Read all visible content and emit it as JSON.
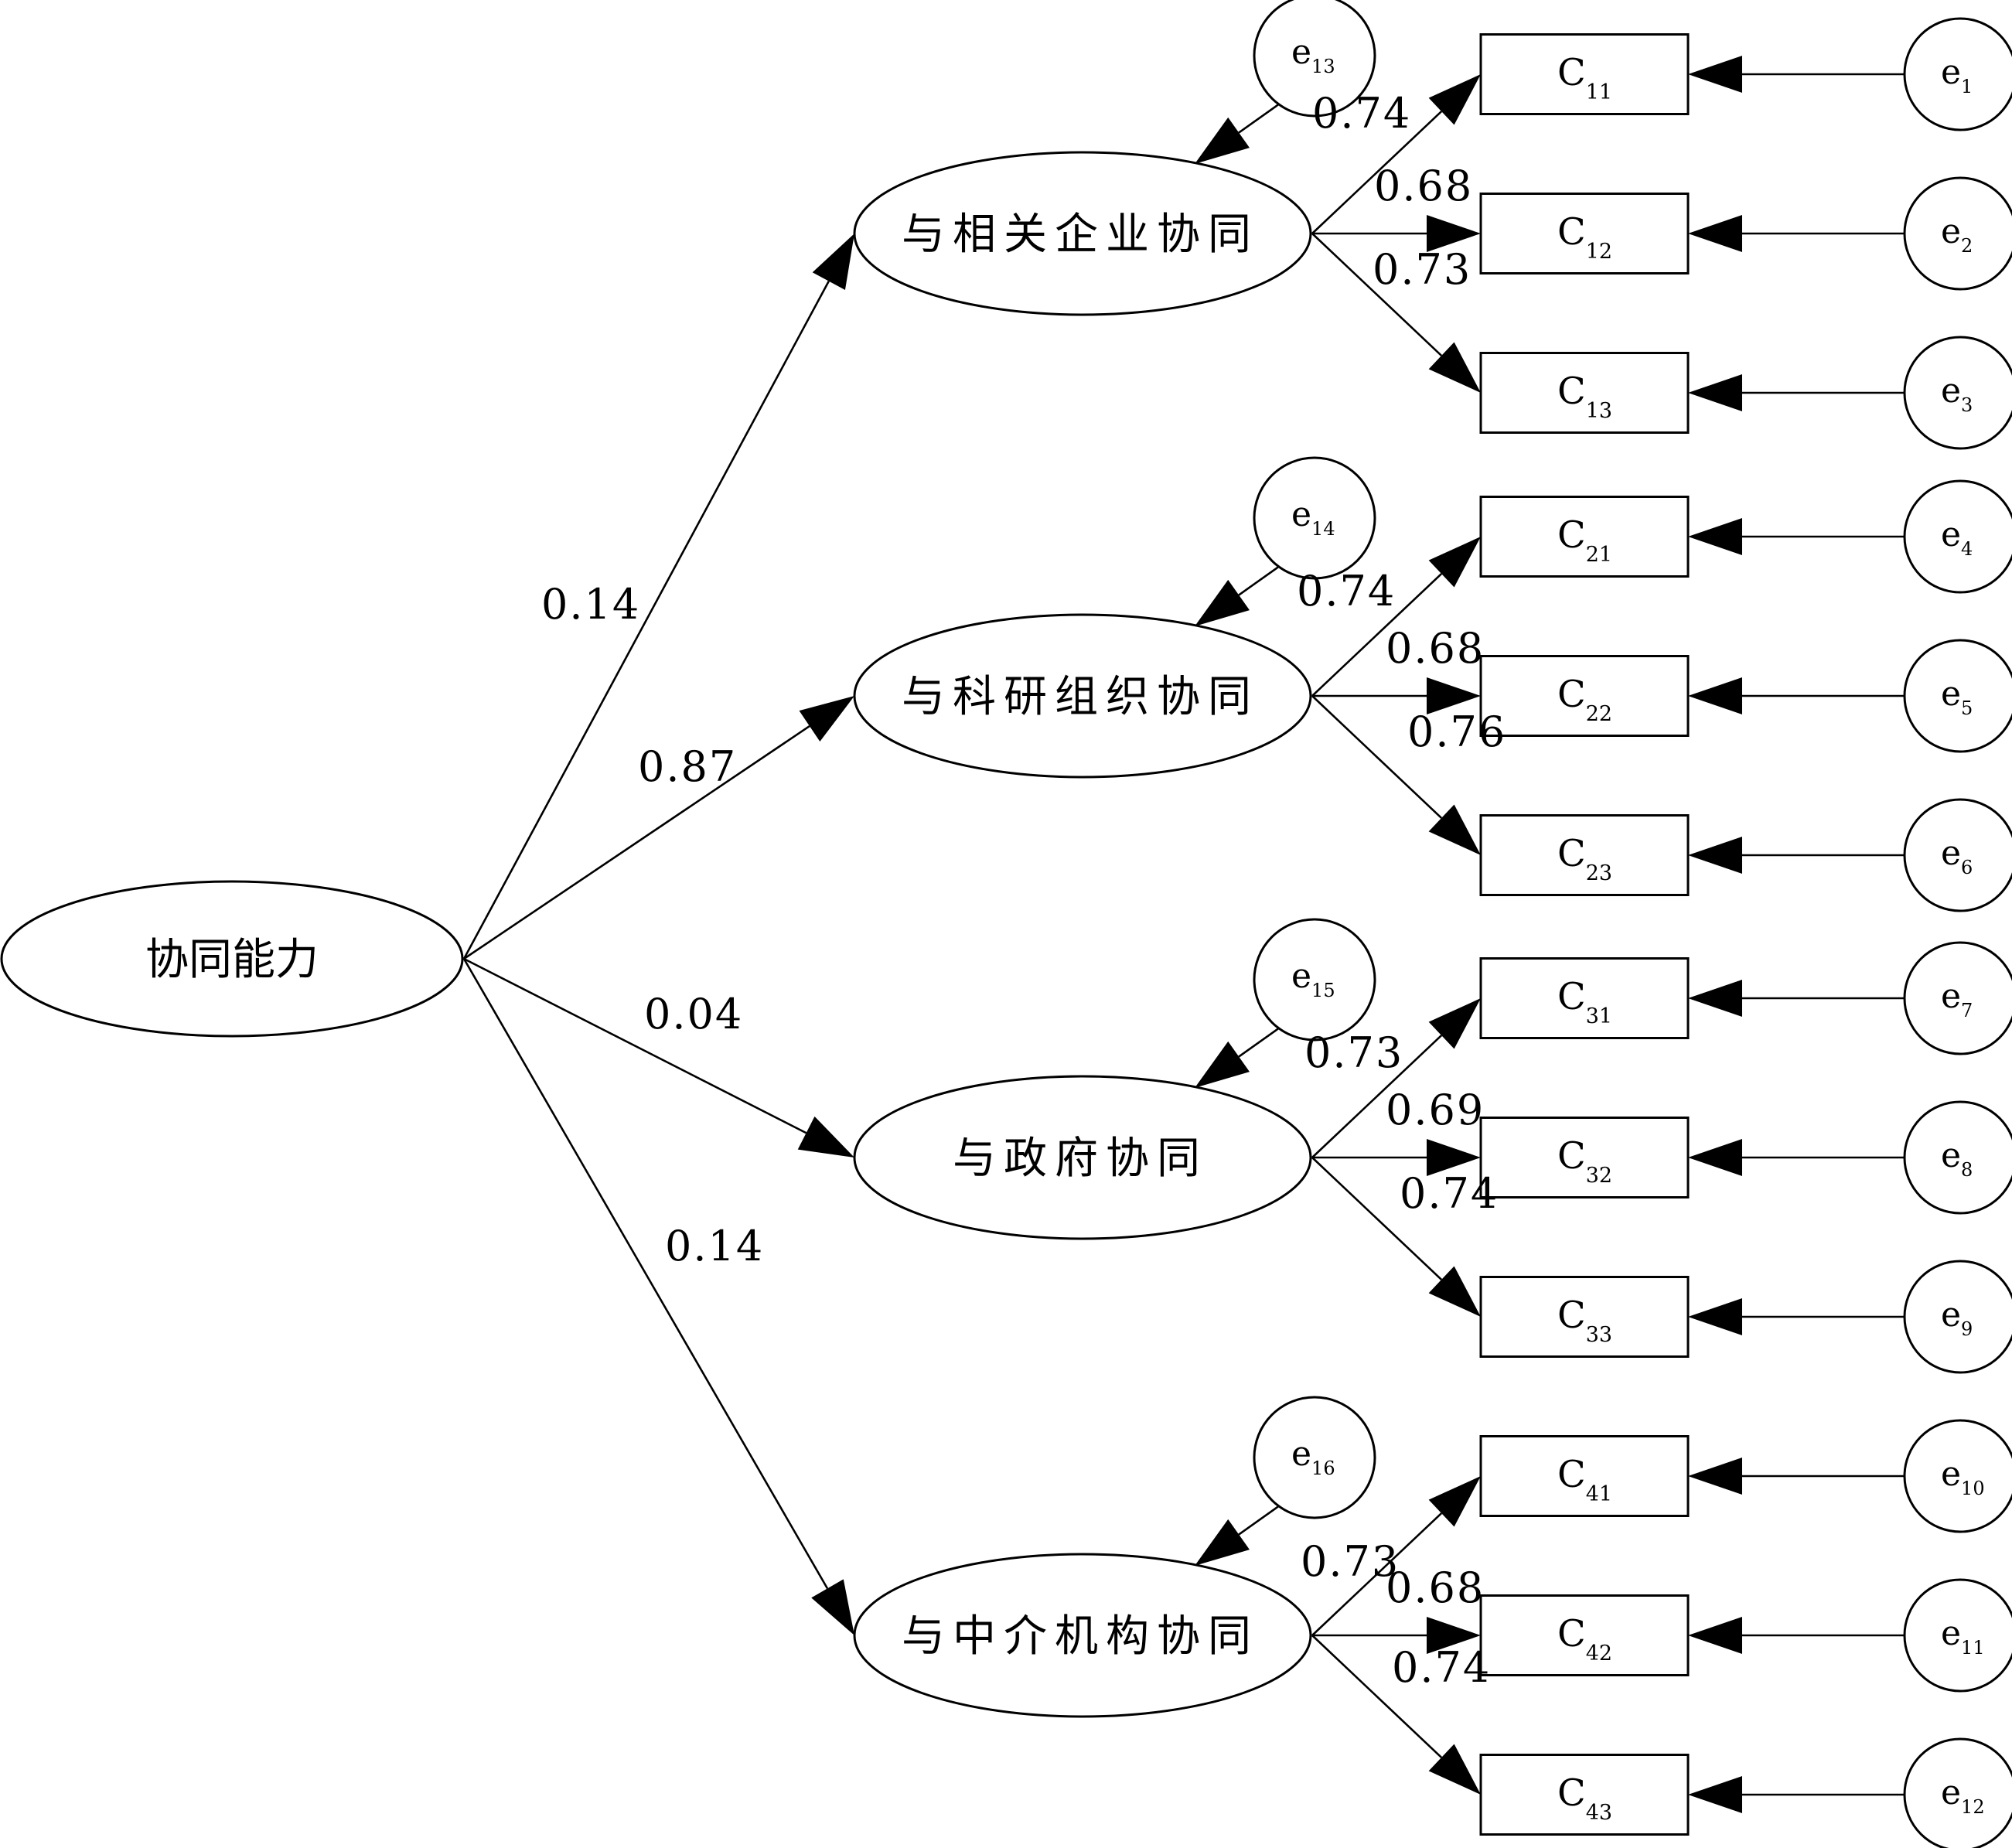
{
  "main_factor": {
    "label": "协同能力"
  },
  "factors": [
    {
      "label": "与相关企业协同",
      "loading": "0.14",
      "residual": {
        "main": "e",
        "sub": "13"
      },
      "indicators": [
        {
          "main": "C",
          "sub": "11",
          "loading": "0.74",
          "error": {
            "main": "e",
            "sub": "1"
          }
        },
        {
          "main": "C",
          "sub": "12",
          "loading": "0.68",
          "error": {
            "main": "e",
            "sub": "2"
          }
        },
        {
          "main": "C",
          "sub": "13",
          "loading": "0.73",
          "error": {
            "main": "e",
            "sub": "3"
          }
        }
      ]
    },
    {
      "label": "与科研组织协同",
      "loading": "0.87",
      "residual": {
        "main": "e",
        "sub": "14"
      },
      "indicators": [
        {
          "main": "C",
          "sub": "21",
          "loading": "0.74",
          "error": {
            "main": "e",
            "sub": "4"
          }
        },
        {
          "main": "C",
          "sub": "22",
          "loading": "0.68",
          "error": {
            "main": "e",
            "sub": "5"
          }
        },
        {
          "main": "C",
          "sub": "23",
          "loading": "0.76",
          "error": {
            "main": "e",
            "sub": "6"
          }
        }
      ]
    },
    {
      "label": "与政府协同",
      "loading": "0.04",
      "residual": {
        "main": "e",
        "sub": "15"
      },
      "indicators": [
        {
          "main": "C",
          "sub": "31",
          "loading": "0.73",
          "error": {
            "main": "e",
            "sub": "7"
          }
        },
        {
          "main": "C",
          "sub": "32",
          "loading": "0.69",
          "error": {
            "main": "e",
            "sub": "8"
          }
        },
        {
          "main": "C",
          "sub": "33",
          "loading": "0.74",
          "error": {
            "main": "e",
            "sub": "9"
          }
        }
      ]
    },
    {
      "label": "与中介机构协同",
      "loading": "0.14",
      "residual": {
        "main": "e",
        "sub": "16"
      },
      "indicators": [
        {
          "main": "C",
          "sub": "41",
          "loading": "0.73",
          "error": {
            "main": "e",
            "sub": "10"
          }
        },
        {
          "main": "C",
          "sub": "42",
          "loading": "0.68",
          "error": {
            "main": "e",
            "sub": "11"
          }
        },
        {
          "main": "C",
          "sub": "43",
          "loading": "0.74",
          "error": {
            "main": "e",
            "sub": "12"
          }
        }
      ]
    }
  ]
}
